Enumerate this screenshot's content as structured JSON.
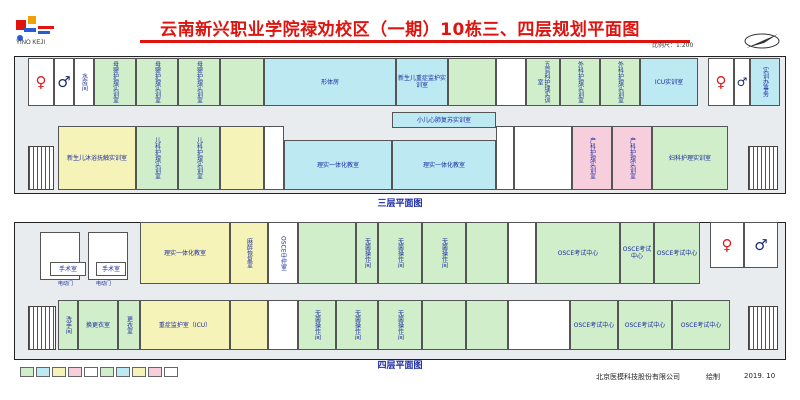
{
  "header": {
    "logo_text": "YINO KEJI",
    "title": "云南新兴职业学院禄劝校区（一期）10栋三、四层规划平面图",
    "scale": "比例尺：1:200"
  },
  "floor3": {
    "label": "三层平面图",
    "rooms": {
      "water_room": "水房间",
      "newborn_nursing": "母婴护理实训室",
      "maternal_nursing": "母婴护理实训室",
      "maternal_nursing2": "母婴护理实训室",
      "body_room": "形体房",
      "newborn_care": "新生儿重症监护实训室",
      "wuguan_nursing": "五官科护理实训室",
      "surgery_nursing": "外科护理实训室",
      "surgery_nursing2": "外科护理实训室",
      "icu_room": "ICU实训室",
      "nursing_office": "实训办事务",
      "newborn_bath": "新生儿沐浴抚触实训室",
      "pediatric_nursing": "儿科护理实训室",
      "pediatric_nursing2": "儿科护理实训室",
      "child_cpr": "小儿心肺复苏实训室",
      "integrated1": "理实一体化教室",
      "integrated2": "理实一体化教室",
      "obstetric1": "产科护理实训室",
      "obstetric2": "产科护理实训室",
      "gyn_nursing": "妇科护理实训室"
    }
  },
  "floor4": {
    "label": "四层平面图",
    "rooms": {
      "surgery_room1": "手术室",
      "surgery_room2": "手术室",
      "elec_door1": "电动门",
      "elec_door2": "电动门",
      "integrated": "理实一体化教室",
      "anesthesia": "麻醉恢复室",
      "osce_center": "OSCE中控室",
      "sim_ward1": "无菌操作间",
      "sim_ward2": "无菌操作间",
      "sim_ward3": "无菌操作间",
      "sim_ward4": "无菌操作间",
      "sim_ward5": "无菌操作间",
      "sim_ward6": "无菌操作间",
      "osce1": "OSCE考试中心",
      "osce2": "OSCE考试中心",
      "osce3": "OSCE考试中心",
      "osce4": "OSCE考试中心",
      "osce5": "OSCE考试中心",
      "osce6": "OSCE考试中心",
      "wash_room": "洗手间",
      "change_room": "换更衣室",
      "change_room2": "更衣室",
      "icu": "重症监护室（ICU）"
    }
  },
  "footer": {
    "company": "北京医模科技股份有限公司",
    "draw": "绘制",
    "date": "2019. 10"
  },
  "colors": {
    "title_red": "#e0140f",
    "room_green": "#cfeec9",
    "room_cyan": "#bde9f3",
    "room_yellow": "#f6f3b8",
    "room_pink": "#f7cfdc",
    "label_blue": "#1a2aa0"
  },
  "icons": {
    "female_toilet": "female-figure-icon",
    "male_toilet": "male-figure-icon",
    "compass": "north-arrow-icon",
    "logo": "company-logo-icon"
  }
}
